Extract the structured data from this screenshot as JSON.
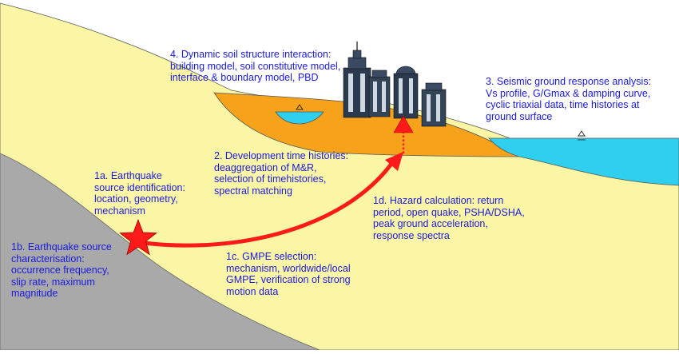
{
  "labels": {
    "soil_structure": {
      "lines": [
        "4. Dynamic soil structure interaction:",
        "building model, soil constitutive model,",
        "interface & boundary model, PBD"
      ]
    },
    "ground_response": {
      "lines": [
        "3. Seismic ground response analysis:",
        "Vs profile, G/Gmax & damping curve,",
        "cyclic triaxial data, time histories at",
        "ground surface"
      ]
    },
    "time_histories": {
      "lines": [
        "2. Development time histories:",
        "deaggregation of M&R,",
        "selection of timehistories,",
        "spectral matching"
      ]
    },
    "source_identification": {
      "lines": [
        "1a. Earthquake",
        "source identification:",
        "location, geometry,",
        "mechanism"
      ]
    },
    "hazard_calculation": {
      "lines": [
        "1d. Hazard calculation: return",
        "period, open quake, PSHA/DSHA,",
        "peak ground acceleration,",
        "response spectra"
      ]
    },
    "source_characterisation": {
      "lines": [
        "1b. Earthquake source",
        "characterisation:",
        "occurrence frequency,",
        "slip rate, maximum",
        "magnitude"
      ]
    },
    "gmpe_selection": {
      "lines": [
        "1c. GMPE selection:",
        "mechanism, worldwide/local",
        "GMPE, verification of strong",
        "motion data"
      ]
    }
  },
  "colors": {
    "text": "#1a1adc",
    "rock": "#a9a9a9",
    "soil": "#fbf6a5",
    "sediment": "#f7a21b",
    "water": "#2fd0ef",
    "arrow": "#ff1a1a",
    "sky": "#ffffff"
  }
}
